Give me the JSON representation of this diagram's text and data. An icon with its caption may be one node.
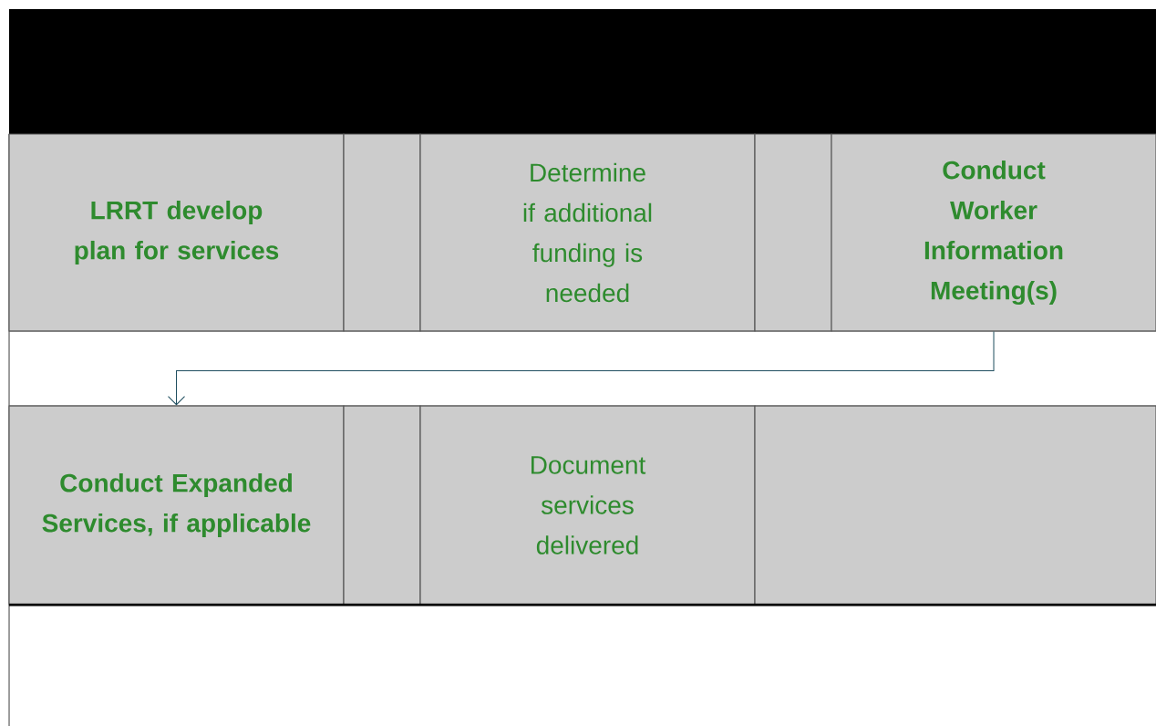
{
  "diagram": {
    "nodes": [
      {
        "text": [
          "LRRT develop plan for services"
        ]
      },
      {
        "text": [],
        "shape": "box"
      },
      {
        "text": [
          "Determine if additional funding is needed"
        ]
      },
      {
        "text": [],
        "shape": "box"
      },
      {
        "text": [
          "Conduct Worker Information Meeting(s)"
        ]
      },
      {
        "text": [
          "Conduct Expanded Services, if applicable"
        ]
      },
      {
        "text": [],
        "shape": "box"
      },
      {
        "text": [
          "Document services delivered"
        ]
      },
      {
        "text": [],
        "shape": "box"
      }
    ],
    "edges": [
      {
        "from": 4,
        "to": 5,
        "arrow": "to"
      }
    ]
  }
}
